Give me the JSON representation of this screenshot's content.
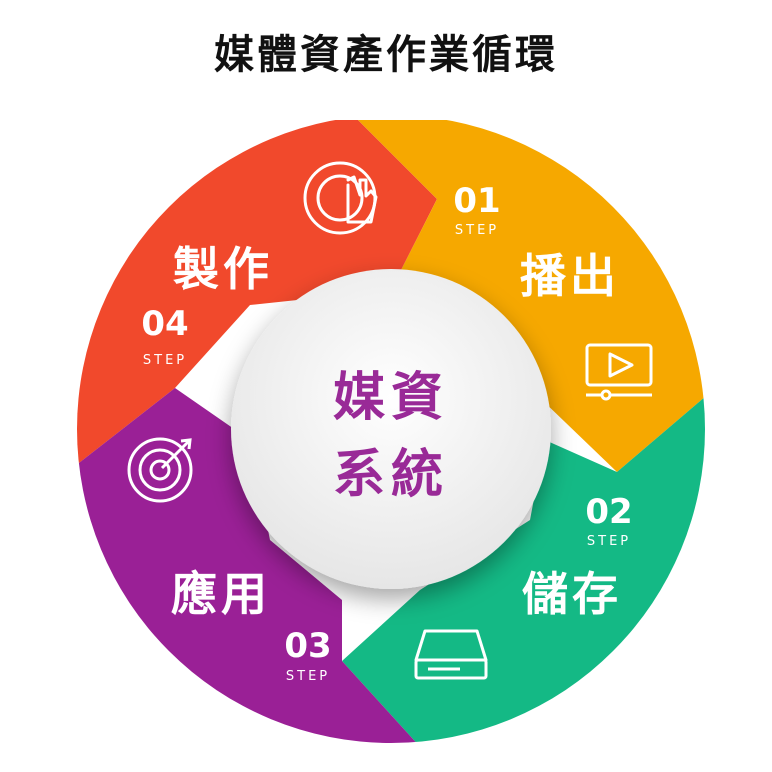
{
  "title": "媒體資產作業循環",
  "center": {
    "line1": "媒資",
    "line2": "系統"
  },
  "colors": {
    "orange": "#F6A800",
    "green": "#14B985",
    "purple": "#9A2096",
    "red": "#F1492C",
    "center_text": "#992A97"
  },
  "steps": [
    {
      "number": "01",
      "step": "STEP",
      "label": "播出",
      "icon": "play-screen-icon"
    },
    {
      "number": "02",
      "step": "STEP",
      "label": "儲存",
      "icon": "disk-drive-icon"
    },
    {
      "number": "03",
      "step": "STEP",
      "label": "應用",
      "icon": "target-icon"
    },
    {
      "number": "04",
      "step": "STEP",
      "label": "製作",
      "icon": "hand-touch-icon"
    }
  ]
}
